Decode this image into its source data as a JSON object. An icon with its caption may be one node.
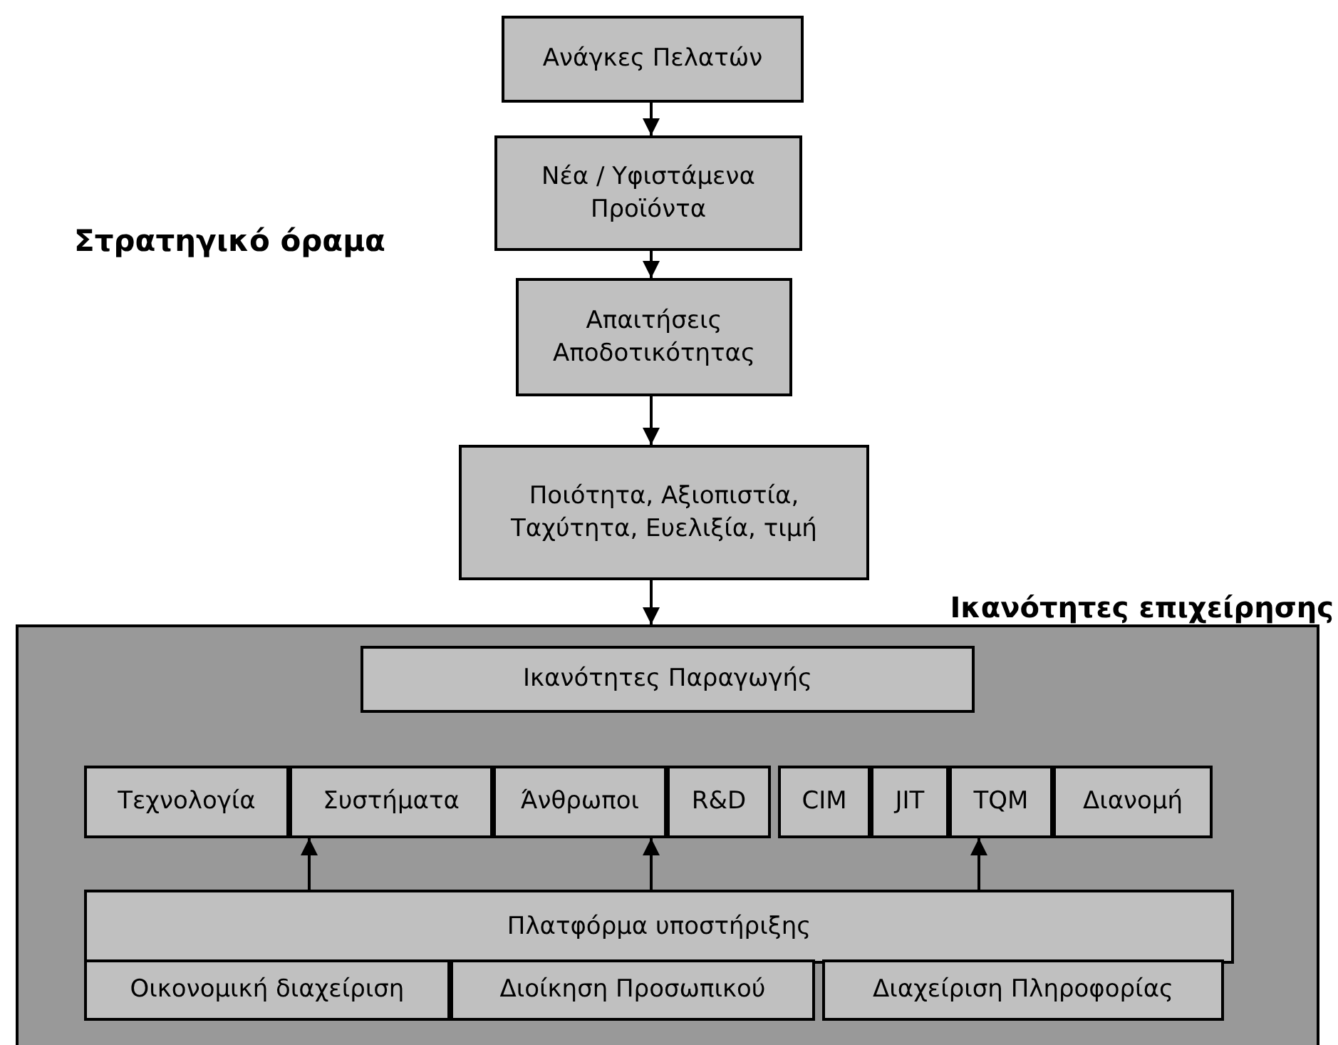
{
  "diagram": {
    "nodes": [
      {
        "text": [
          "Ανάγκες Πελατών"
        ]
      },
      {
        "text": [
          "Νέα / Υφιστάμενα Προϊόντα"
        ]
      },
      {
        "text": [
          "Απαιτήσεις Αποδοτικότητας"
        ]
      },
      {
        "text": [
          "Ποιότητα, Αξιοπιστία, Ταχύτητα, Ευελιξία, τιμή"
        ]
      },
      {
        "text": [
          "Ικανότητες επιχείρησης"
        ]
      },
      {
        "text": [
          "Ικανότητες Παραγωγής"
        ],
        "in": 4
      },
      {
        "text": [
          "Τεχνολογία"
        ],
        "in": 4
      },
      {
        "text": [
          "Συστήματα"
        ],
        "in": 4
      },
      {
        "text": [
          "Άνθρωποι"
        ],
        "in": 4
      },
      {
        "text": [
          "R&D"
        ],
        "in": 4
      },
      {
        "text": [
          "CIM"
        ],
        "in": 4
      },
      {
        "text": [
          "JIT"
        ],
        "in": 4
      },
      {
        "text": [
          "TQM"
        ],
        "in": 4
      },
      {
        "text": [
          "Διανομή"
        ],
        "in": 4
      },
      {
        "text": [
          "Πλατφόρμα υποστήριξης"
        ],
        "in": 4
      },
      {
        "text": [
          "Οικονομική διαχείριση"
        ],
        "in": 4
      },
      {
        "text": [
          "Διοίκηση Προσωπικού"
        ],
        "in": 4
      },
      {
        "text": [
          "Διαχείριση Πληροφορίας"
        ],
        "in": 4
      }
    ],
    "edges": [
      {
        "from": 0,
        "to": 1,
        "arrow": "to"
      },
      {
        "from": 1,
        "to": 2,
        "arrow": "to"
      },
      {
        "from": 2,
        "to": 3,
        "arrow": "to"
      },
      {
        "from": 3,
        "to": 4,
        "arrow": "to"
      },
      {
        "from": 14,
        "to": 7,
        "arrow": "to"
      },
      {
        "from": 14,
        "to": 8,
        "arrow": "to"
      },
      {
        "from": 14,
        "to": 12,
        "arrow": "to"
      }
    ],
    "labels": [
      "Στρατηγικό όραμα"
    ]
  }
}
